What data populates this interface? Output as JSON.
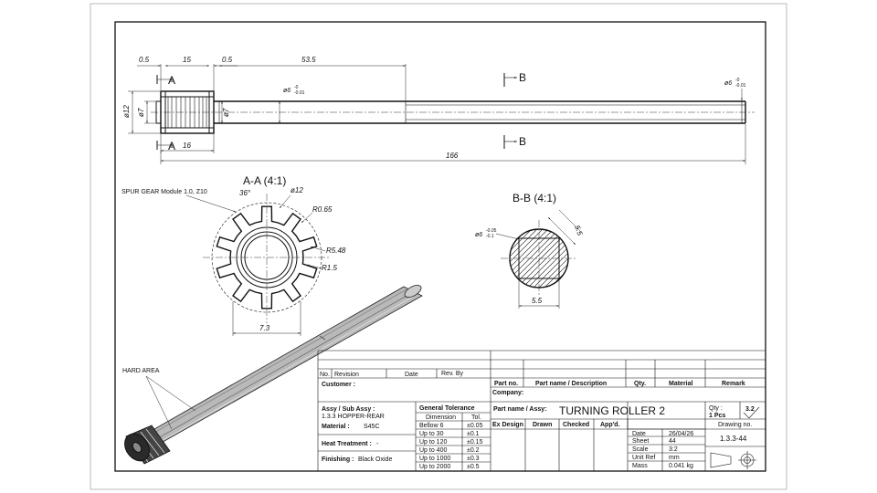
{
  "views": {
    "top_dims": {
      "d1": "0.5",
      "d2": "15",
      "d3": "0.5",
      "d4": "53.5",
      "overall": "166",
      "gear_len": "16",
      "dia12": "ø12",
      "dia7a": "ø7",
      "dia7b": "ø7",
      "shaft_dia": "ø6",
      "shaft_tol_upper": "-0",
      "shaft_tol_lower": "-0.01",
      "end_dia": "ø6",
      "end_tol_upper": "-0",
      "end_tol_lower": "-0.01"
    },
    "section_a": {
      "marker": "A",
      "title": "A-A (4:1)",
      "gear_note": "SPUR GEAR Module 1.0, Z10",
      "angle": "36°",
      "od": "ø12",
      "r1": "R0.65",
      "r2": "R5.48",
      "r3": "R1.5",
      "width": "7.3"
    },
    "section_b": {
      "marker": "B",
      "title": "B-B (4:1)",
      "dia": "ø6",
      "dia_tol_upper": "-0.05",
      "dia_tol_lower": "-0.1",
      "w1": "5.5",
      "w2": "5.5"
    },
    "iso": {
      "hard_area": "HARD AREA"
    }
  },
  "titleblock": {
    "rev_headers": [
      "No.",
      "Revision",
      "Date",
      "Rev. By"
    ],
    "customer_label": "Customer :",
    "parts_headers": [
      "Part no.",
      "Part name / Description",
      "Qty.",
      "Material",
      "Remark"
    ],
    "company_label": "Company:",
    "assy_label": "Assy / Sub Assy :",
    "assy_value": "1.3.3  HOPPER-REAR",
    "material_label": "Material :",
    "material_value": "S45C",
    "heat_label": "Heat Treatment :",
    "heat_value": "-",
    "finish_label": "Finishing :",
    "finish_value": "Black Oxide",
    "tol_title": "General Tolerance",
    "tol_headers": [
      "Dimension",
      "Tol."
    ],
    "tol_rows": [
      [
        "Bellow 6",
        "±0.05"
      ],
      [
        "Up to 30",
        "±0.1"
      ],
      [
        "Up to 120",
        "±0.15"
      ],
      [
        "Up to 400",
        "±0.2"
      ],
      [
        "Up to 1000",
        "±0.3"
      ],
      [
        "Up to 2000",
        "±0.5"
      ]
    ],
    "part_name_label": "Part name / Assy:",
    "part_name": "TURNING ROLLER 2",
    "qty_label": "Qty :",
    "qty_value": "1 Pcs",
    "roughness": "3.2",
    "sign_headers": [
      "Ex Design",
      "Drawn",
      "Checked",
      "App'd."
    ],
    "info_rows": [
      [
        "Date",
        "26/04/26"
      ],
      [
        "Sheet",
        "44"
      ],
      [
        "Scale",
        "3:2"
      ],
      [
        "Unit Ref",
        "mm"
      ],
      [
        "Mass",
        "0.041 kg"
      ]
    ],
    "drawing_no_label": "Drawing no.",
    "drawing_no": "1.3.3-44"
  }
}
